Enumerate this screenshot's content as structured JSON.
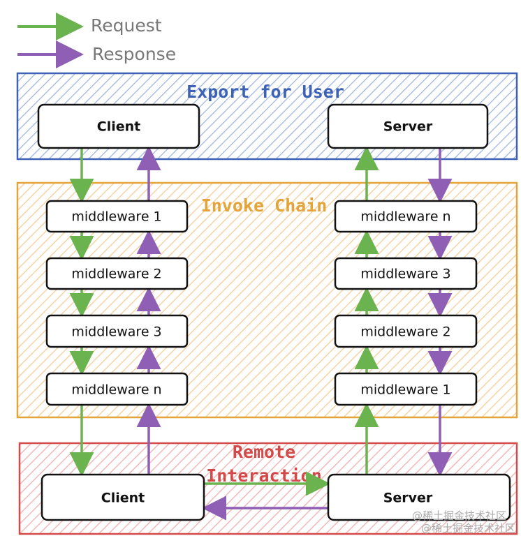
{
  "legend": {
    "request": "Request",
    "response": "Response"
  },
  "colors": {
    "request": "#6bb34f",
    "response": "#8e5fb4",
    "export": "#3d62b5",
    "invoke": "#e3a43a",
    "remote": "#d24a4a"
  },
  "export_group": {
    "title": "Export for User",
    "client": "Client",
    "server": "Server"
  },
  "invoke_group": {
    "title": "Invoke Chain",
    "client_side": [
      "middleware 1",
      "middleware 2",
      "middleware 3",
      "middleware n"
    ],
    "server_side": [
      "middleware n",
      "middleware 3",
      "middleware 2",
      "middleware 1"
    ]
  },
  "remote_group": {
    "title_line1": "Remote",
    "title_line2": "Interaction",
    "client": "Client",
    "server": "Server"
  },
  "watermark": "@稀土掘金技术社区"
}
